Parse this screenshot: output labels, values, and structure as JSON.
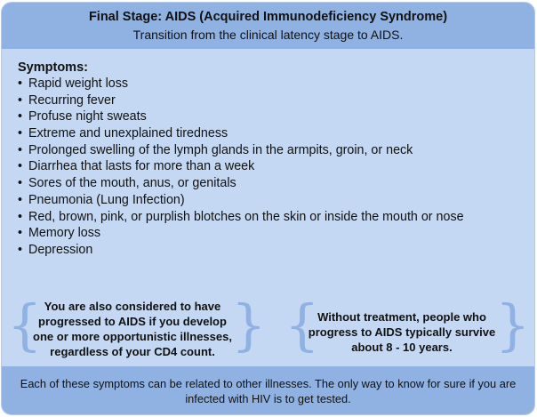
{
  "header": {
    "title": "Final Stage: AIDS (Acquired Immunodeficiency Syndrome)",
    "subtitle": "Transition from the clinical latency stage to AIDS."
  },
  "symptoms": {
    "heading": "Symptoms:",
    "items": [
      "Rapid weight loss",
      "Recurring fever",
      "Profuse night sweats",
      "Extreme and unexplained tiredness",
      "Prolonged swelling of the lymph glands in the armpits, groin, or neck",
      "Diarrhea that lasts for more than a week",
      "Sores of the mouth, anus, or genitals",
      "Pneumonia (Lung Infection)",
      "Red, brown, pink, or purplish blotches on the skin or inside the mouth or nose",
      "Memory loss",
      "Depression"
    ]
  },
  "notes": {
    "left": "You are also considered to have progressed to AIDS if you develop one or more opportunistic illnesses, regardless of your CD4 count.",
    "right": "Without treatment, people who progress to AIDS typically survive about 8 - 10 years."
  },
  "footer": {
    "text": "Each of these symptoms can be related to other illnesses. The only way to know for sure if you are infected with HIV is to get tested."
  },
  "colors": {
    "header_band": "#8fb2e3",
    "body": "#c4d8f3",
    "brace": "#8fb2e3"
  }
}
